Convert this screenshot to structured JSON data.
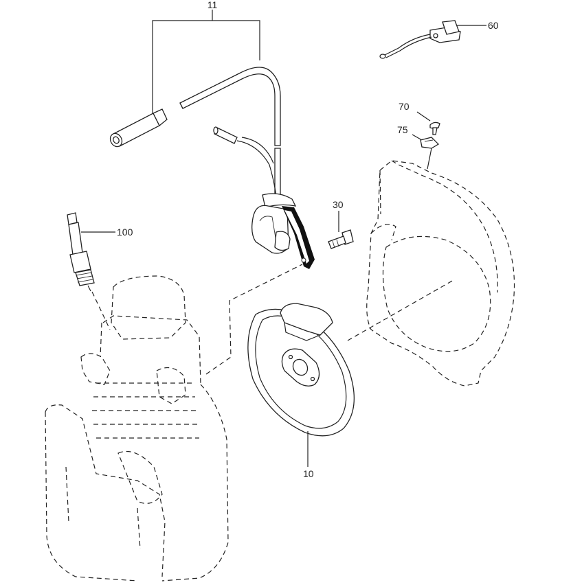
{
  "callouts": {
    "c11": "11",
    "c60": "60",
    "c70": "70",
    "c75": "75",
    "c30": "30",
    "c100": "100",
    "c10": "10"
  },
  "colors": {
    "ink": "#222222",
    "paper": "#ffffff"
  }
}
